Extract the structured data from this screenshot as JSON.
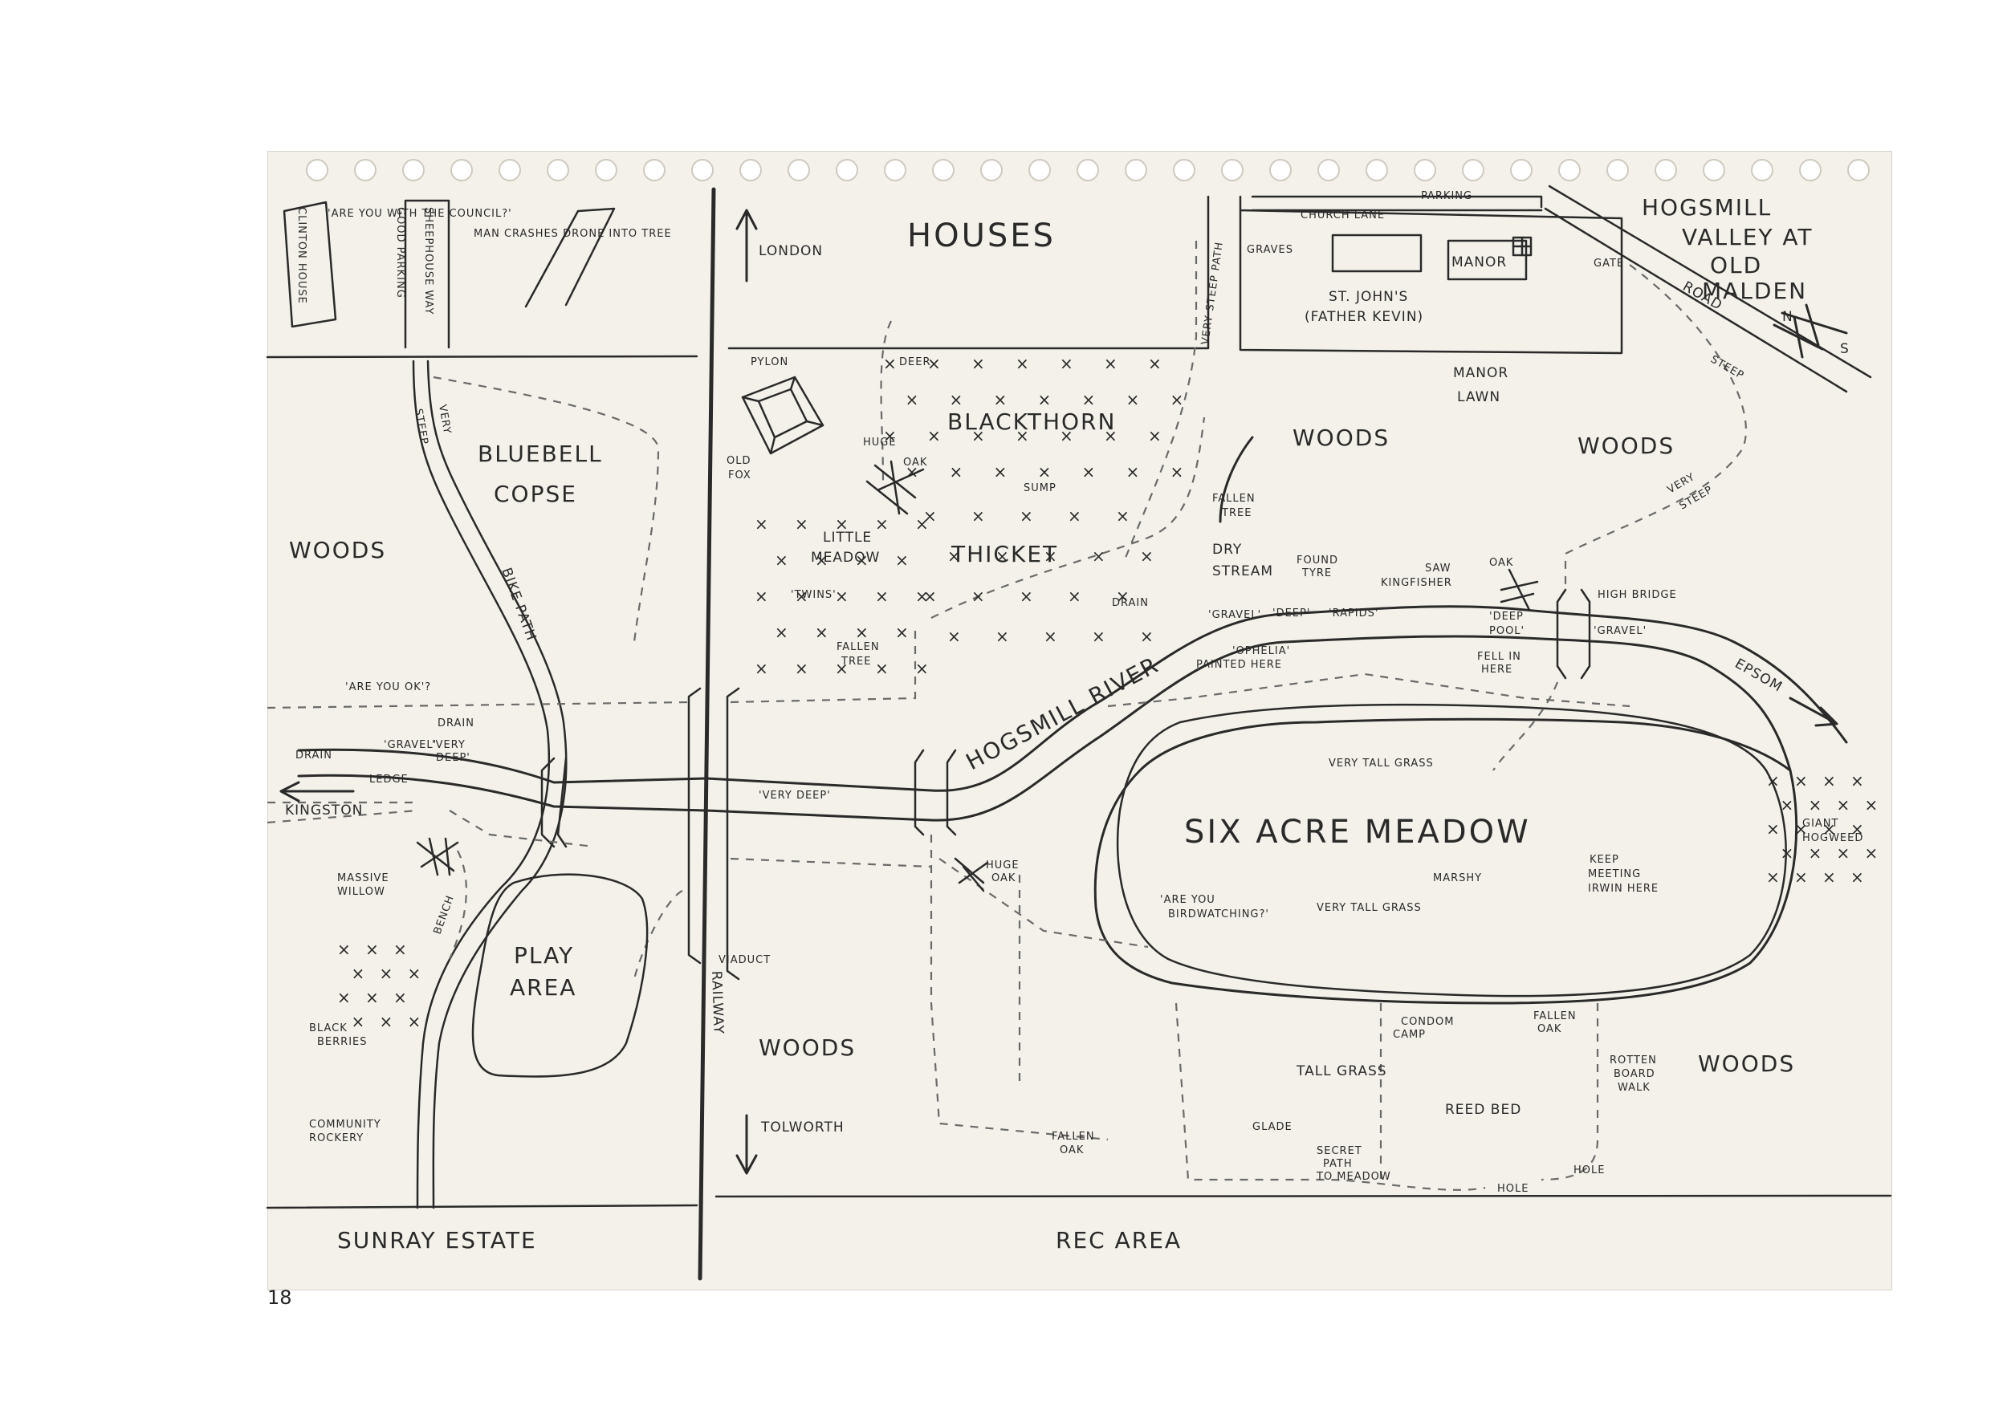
{
  "title": {
    "l1": "HOGSMILL",
    "l2": "VALLEY AT",
    "l3": "OLD",
    "l4": "MALDEN"
  },
  "compass": {
    "n": "N",
    "s": "S"
  },
  "areas": {
    "houses": "HOUSES",
    "london": "LONDON",
    "tolworth": "TOLWORTH",
    "kingston": "KINGSTON",
    "epsom": "EPSOM",
    "woods_west": "WOODS",
    "woods_north": "WOODS",
    "woods_ne": "WOODS",
    "woods_east": "WOODS",
    "woods_south": "WOODS",
    "bluebell_1": "BLUEBELL",
    "bluebell_2": "COPSE",
    "blackthorn": "BLACKTHORN",
    "thicket": "THICKET",
    "little_meadow_1": "LITTLE",
    "little_meadow_2": "MEADOW",
    "six_acre": "SIX ACRE MEADOW",
    "play_1": "PLAY",
    "play_2": "AREA",
    "manor_lawn_1": "MANOR",
    "manor_lawn_2": "LAWN",
    "sunray": "SUNRAY ESTATE",
    "rec": "REC AREA",
    "river": "HOGSMILL RIVER",
    "railway": "RAILWAY",
    "viaduct": "VIADUCT",
    "church_lane": "CHURCH LANE",
    "parking": "PARKING",
    "graves": "GRAVES",
    "church_1": "ST. JOHN'S",
    "church_2": "(FATHER KEVIN)",
    "manor": "MANOR",
    "road": "ROAD",
    "gate": "GATE",
    "bike_path": "BIKE PATH",
    "very_steep_path": "VERY STEEP PATH",
    "clinton_house": "CLINTON HOUSE",
    "sheephouse_way": "SHEEPHOUSE WAY",
    "good_parking": "GOOD PARKING"
  },
  "notes": {
    "council": "'ARE YOU WITH THE COUNCIL?'",
    "drone": "MAN CRASHES DRONE INTO TREE",
    "very": "VERY",
    "steep": "STEEP",
    "steep_ne": "STEEP",
    "very_steep_ne_1": "VERY",
    "very_steep_ne_2": "STEEP",
    "pylon": "PYLON",
    "deer": "DEER",
    "old_fox_1": "OLD",
    "old_fox_2": "FOX",
    "huge_oak_n_1": "HUGE",
    "huge_oak_n_2": "OAK",
    "sump": "SUMP",
    "twins": "'TWINS'",
    "fallen_tree_n_1": "FALLEN",
    "fallen_tree_n_2": "TREE",
    "fallen_tree_s_1": "FALLEN",
    "fallen_tree_s_2": "TREE",
    "dry_stream_1": "DRY",
    "dry_stream_2": "STREAM",
    "found_tyre_1": "FOUND",
    "found_tyre_2": "TYRE",
    "saw_kf_1": "SAW",
    "saw_kf_2": "KINGFISHER",
    "oak_e": "OAK",
    "high_bridge": "HIGH BRIDGE",
    "gravel_1": "'GRAVEL'",
    "deep_1": "'DEEP'",
    "rapids": "'RAPIDS'",
    "deep_pool_1": "'DEEP",
    "deep_pool_2": "POOL'",
    "gravel_2": "'GRAVEL'",
    "fell_in_1": "FELL IN",
    "fell_in_2": "HERE",
    "ophelia_1": "'OPHELIA'",
    "ophelia_2": "PAINTED HERE",
    "drain_river": "DRAIN",
    "are_you_ok": "'ARE YOU OK'?",
    "drain_w": "DRAIN",
    "drain_w2": "DRAIN",
    "gravel_w": "'GRAVEL'",
    "very_deep_w1": "'VERY",
    "very_deep_w2": "DEEP'",
    "ledge": "LEDGE",
    "very_deep_c": "'VERY DEEP'",
    "massive_1": "MASSIVE",
    "massive_2": "WILLOW",
    "bench": "BENCH",
    "huge_oak_s_1": "HUGE",
    "huge_oak_s_2": "OAK",
    "vtg_1": "VERY TALL GRASS",
    "vtg_2": "VERY TALL GRASS",
    "marshy": "MARSHY",
    "birdwatching_1": "'ARE YOU",
    "birdwatching_2": "BIRDWATCHING?'",
    "keep_1": "KEEP",
    "keep_2": "MEETING",
    "keep_3": "IRWIN HERE",
    "hogweed_1": "GIANT",
    "hogweed_2": "HOGWEED",
    "blackberries_1": "BLACK",
    "blackberries_2": "BERRIES",
    "rockery_1": "COMMUNITY",
    "rockery_2": "ROCKERY",
    "condom_1": "CONDOM",
    "condom_2": "CAMP",
    "fallen_oak_e1": "FALLEN",
    "fallen_oak_e2": "OAK",
    "fallen_oak_s1": "FALLEN",
    "fallen_oak_s2": "OAK",
    "tall_grass": "TALL GRASS",
    "reed_bed": "REED BED",
    "glade": "GLADE",
    "secret_1": "SECRET",
    "secret_2": "PATH",
    "secret_3": "TO MEADOW",
    "hole_1": "HOLE",
    "hole_2": "HOLE",
    "rotten_1": "ROTTEN",
    "rotten_2": "BOARD",
    "rotten_3": "WALK"
  },
  "page_number": "18"
}
